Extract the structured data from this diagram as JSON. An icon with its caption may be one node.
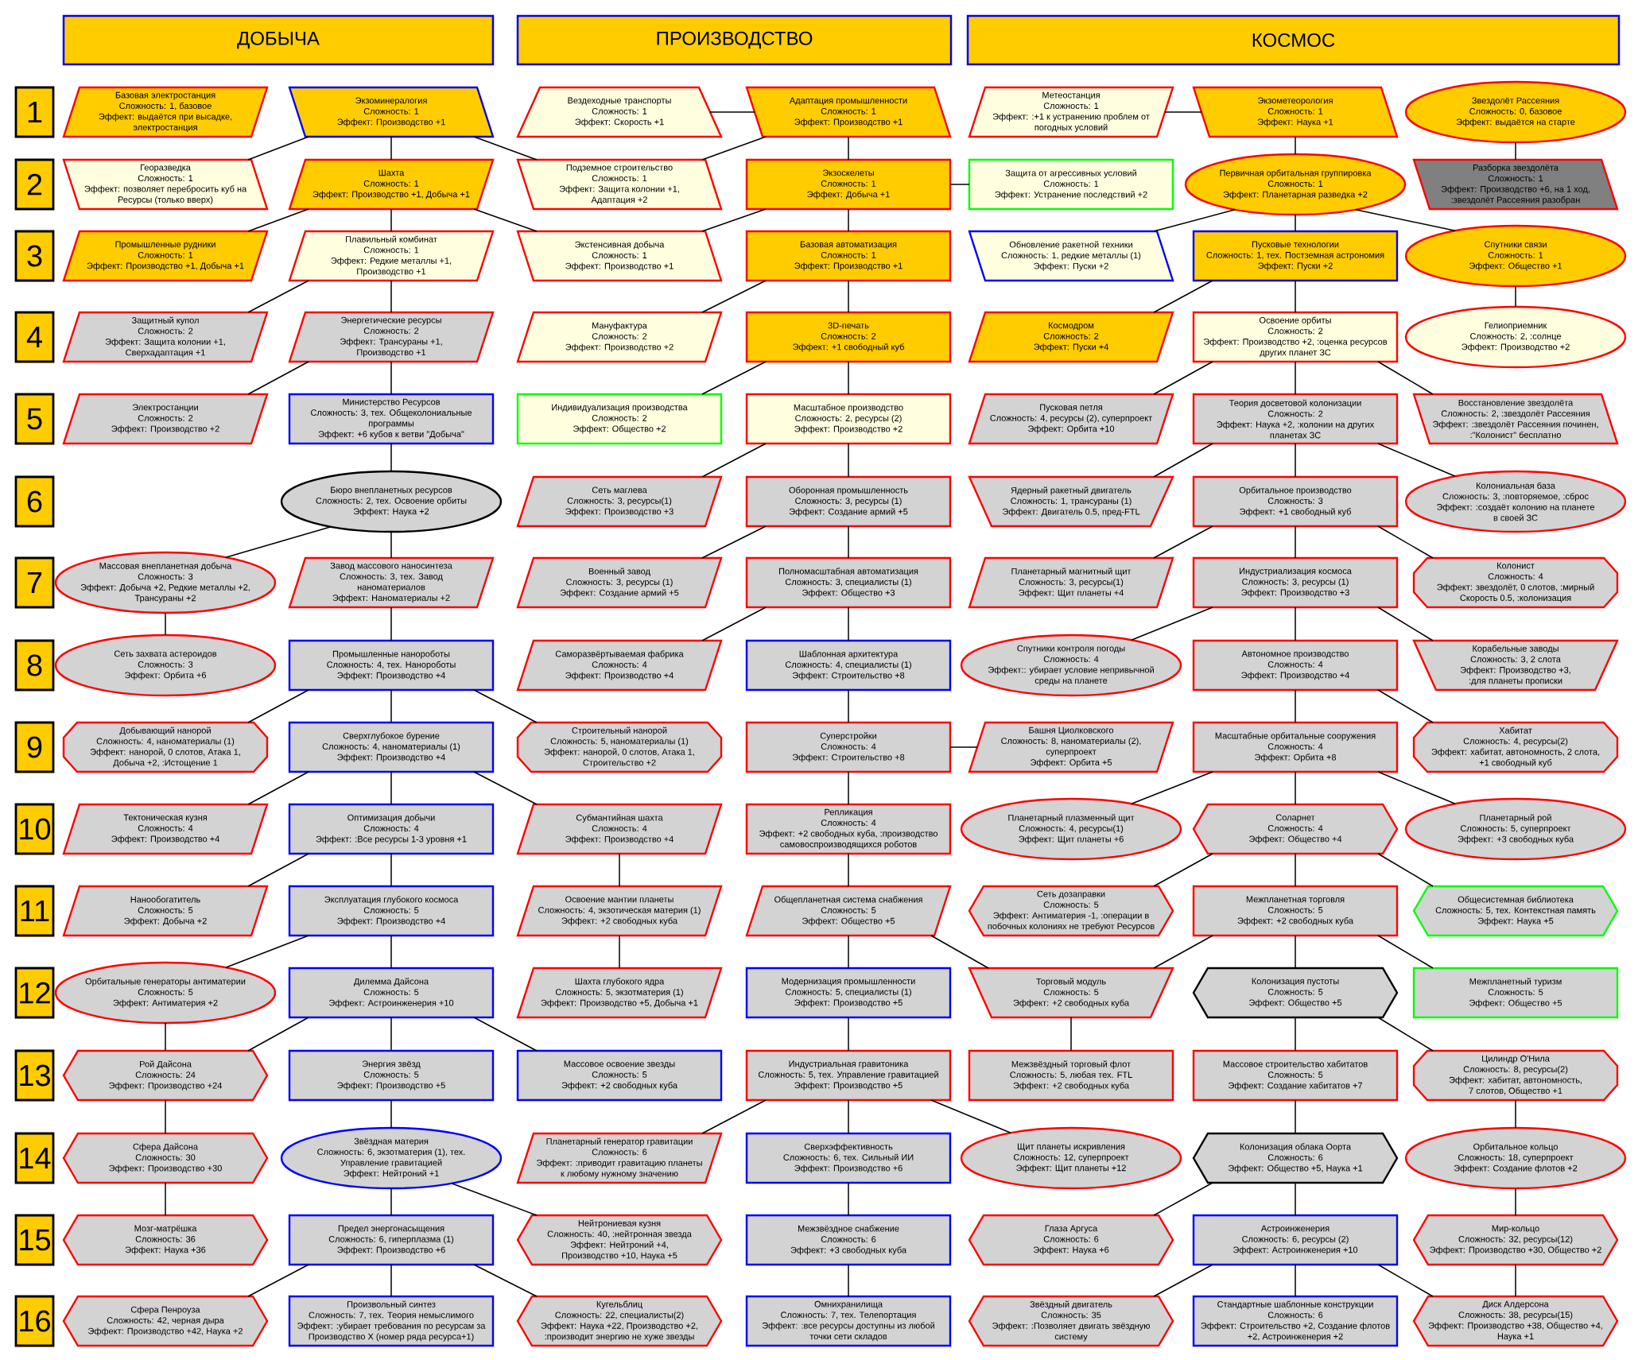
{
  "diagram": {
    "nodes": [
      {
        "text": [
          "ДОБЫЧА"
        ]
      },
      {
        "text": [
          "ПРОИЗВОДСТВО"
        ]
      },
      {
        "text": [
          "КОСМОС"
        ]
      },
      {
        "text": [
          "1"
        ]
      },
      {
        "text": [
          "Базовая электростанция",
          "Сложность: 1, базовое",
          "Эффект: выдаётся при высадке, электростанция"
        ]
      },
      {
        "text": [
          "Экзоминералогия",
          "Сложность: 1",
          "Эффект: Производство +1"
        ]
      },
      {
        "text": [
          "Вездеходные транспорты",
          "Сложность: 1",
          "Эффект: Скорость +1"
        ]
      },
      {
        "text": [
          "Адаптация промышленности",
          "Сложность: 1",
          "Эффект: Производство +1"
        ]
      },
      {
        "text": [
          "Метеостанция",
          "Сложность: 1",
          "Эффект: :+1 к устранению проблем от погодных условий"
        ]
      },
      {
        "text": [
          "Экзометеорология",
          "Сложность: 1",
          "Эффект: Наука +1"
        ]
      },
      {
        "text": [
          "Звездолёт Рассеяния",
          "Сложность: 0, базовое",
          "Эффект: выдаётся на старте"
        ]
      },
      {
        "text": [
          "2"
        ]
      },
      {
        "text": [
          "Георазведка",
          "Сложность: 1",
          "Эффект: позволяет перебросить куб на Ресурсы (только вверх)"
        ]
      },
      {
        "text": [
          "Шахта",
          "Сложность: 1",
          "Эффект: Производство +1, Добыча +1"
        ]
      },
      {
        "text": [
          "Подземное строительство",
          "Сложность: 1",
          "Эффект: Защита колонии +1, Адаптация +2"
        ]
      },
      {
        "text": [
          "Экзоскелеты",
          "Сложность: 1",
          "Эффект: Добыча +1"
        ]
      },
      {
        "text": [
          "Защита от агрессивных условий",
          "Сложность: 1",
          "Эффект: Устранение последствий +2"
        ]
      },
      {
        "text": [
          "Первичная орбитальная группировка",
          "Сложность: 1",
          "Эффект: Планетарная разведка +2"
        ]
      },
      {
        "text": [
          "Разборка звездолёта",
          "Сложность: 1",
          "Эффект: Производство +6, на 1 ход, :звездолёт Рассеяния разобран"
        ]
      },
      {
        "text": [
          "3"
        ]
      },
      {
        "text": [
          "Промышленные рудники",
          "Сложность: 1",
          "Эффект: Производство +1, Добыча +1"
        ]
      },
      {
        "text": [
          "Плавильный комбинат",
          "Сложность: 1",
          "Эффект: Редкие металлы +1, Производство +1"
        ]
      },
      {
        "text": [
          "Экстенсивная добыча",
          "Сложность: 1",
          "Эффект: Производство +1"
        ]
      },
      {
        "text": [
          "Базовая автоматизация",
          "Сложность: 1",
          "Эффект: Производство +1"
        ]
      },
      {
        "text": [
          "Обновление ракетной техники",
          "Сложность: 1, редкие металлы (1)",
          "Эффект: Пуски +2"
        ]
      },
      {
        "text": [
          "Пусковые технологии",
          "Сложность: 1, тех. Постземная астрономия",
          "Эффект: Пуски +2"
        ]
      },
      {
        "text": [
          "Спутники связи",
          "Сложность: 1",
          "Эффект: Общество +1"
        ]
      },
      {
        "text": [
          "4"
        ]
      },
      {
        "text": [
          "Защитный купол",
          "Сложность: 2",
          "Эффект: Защита колонии +1, Сверхадаптация +1"
        ]
      },
      {
        "text": [
          "Энергетические ресурсы",
          "Сложность: 2",
          "Эффект: Трансураны +1, Производство +1"
        ]
      },
      {
        "text": [
          "Мануфактура",
          "Сложность: 2",
          "Эффект: Производство +2"
        ]
      },
      {
        "text": [
          "3D-печать",
          "Сложность: 2",
          "Эффект: +1 свободный куб"
        ]
      },
      {
        "text": [
          "Космодром",
          "Сложность: 2",
          "Эффект: Пуски +4"
        ]
      },
      {
        "text": [
          "Освоение орбиты",
          "Сложность: 2",
          "Эффект: Производство +2, :оценка ресурсов других планет ЗС"
        ]
      },
      {
        "text": [
          "Гелиоприемник",
          "Сложность: 2, :солнце",
          "Эффект: Производство +2"
        ]
      },
      {
        "text": [
          "5"
        ]
      },
      {
        "text": [
          "Электростанции",
          "Сложность: 2",
          "Эффект: Производство +2"
        ]
      },
      {
        "text": [
          "Министерство Ресурсов",
          "Сложность: 3, тех. Общеколониальные программы",
          "Эффект: +6 кубов к ветви \"Добыча\""
        ]
      },
      {
        "text": [
          "Индивидуализация производства",
          "Сложность: 2",
          "Эффект: Общество +2"
        ]
      },
      {
        "text": [
          "Масштабное производство",
          "Сложность: 2, ресурсы (2)",
          "Эффект: Производство +2"
        ]
      },
      {
        "text": [
          "Пусковая петля",
          "Сложность: 4, ресурсы (2), суперпроект",
          "Эффект: Орбита +10"
        ]
      },
      {
        "text": [
          "Теория досветовой колонизации",
          "Сложность: 2",
          "Эффект: Наука +2, :колонии на других планетах ЗС"
        ]
      },
      {
        "text": [
          "Восстановление звездолёта",
          "Сложность: 2, :звездолёт Рассеяния",
          "Эффект: :звездолёт Рассеяния починен, :\"Колонист\" бесплатно"
        ]
      },
      {
        "text": [
          "6"
        ]
      },
      {
        "text": [
          "Бюро внепланетных ресурсов",
          "Сложность: 2, тех. Освоение орбиты",
          "Эффект: Наука +2"
        ]
      },
      {
        "text": [
          "Сеть маглева",
          "Сложность: 3, ресурсы(1)",
          "Эффект: Производство +3"
        ]
      },
      {
        "text": [
          "Оборонная промышленность",
          "Сложность: 3, ресурсы (1)",
          "Эффект: Создание армий +5"
        ]
      },
      {
        "text": [
          "Ядерный ракетный двигатель",
          "Сложность: 1, трансураны (1)",
          "Эффект: Двигатель 0.5, пред-FTL"
        ]
      },
      {
        "text": [
          "Орбитальное производство",
          "Сложность: 3",
          "Эффект: +1 свободный куб"
        ]
      },
      {
        "text": [
          "Колониальная база",
          "Сложность: 3, :повторяемое, :сброс",
          "Эффект: :создаёт колонию на планете в своей ЗС"
        ]
      },
      {
        "text": [
          "7"
        ]
      },
      {
        "text": [
          "Массовая внепланетная добыча",
          "Сложность: 3",
          "Эффект: Добыча +2, Редкие металлы +2, Трансураны +2"
        ]
      },
      {
        "text": [
          "Завод массового наносинтеза",
          "Сложность: 3, тех. Завод наноматериалов",
          "Эффект: Наноматериалы +2"
        ]
      },
      {
        "text": [
          "Военный завод",
          "Сложность: 3, ресурсы (1)",
          "Эффект: Создание армий +5"
        ]
      },
      {
        "text": [
          "Полномасштабная автоматизация",
          "Сложность: 3, специалисты (1)",
          "Эффект: Общество +3"
        ]
      },
      {
        "text": [
          "Планетарный магнитный щит",
          "Сложность: 3, ресурсы(1)",
          "Эффект: Щит планеты +4"
        ]
      },
      {
        "text": [
          "Индустриализация космоса",
          "Сложность: 3, ресурсы (1)",
          "Эффект: Производство +3"
        ]
      },
      {
        "text": [
          "Колонист",
          "Сложность: 4",
          "Эффект: звездолёт, 0 слотов, :мирный Скорость 0.5, :колонизация"
        ]
      },
      {
        "text": [
          "8"
        ]
      },
      {
        "text": [
          "Сеть захвата астероидов",
          "Сложность: 3",
          "Эффект: Орбита +6"
        ]
      },
      {
        "text": [
          "Промышленные нанороботы",
          "Сложность: 4, тех. Нанороботы",
          "Эффект: Производство +4"
        ]
      },
      {
        "text": [
          "Саморазвёртываемая фабрика",
          "Сложность: 4",
          "Эффект: Производство +4"
        ]
      },
      {
        "text": [
          "Шаблонная архитектура",
          "Сложность: 4, специалисты (1)",
          "Эффект: Строительство +8"
        ]
      },
      {
        "text": [
          "Спутники контроля погоды",
          "Сложность: 4",
          "Эффект:: убирает условие непривычной среды на планете"
        ]
      },
      {
        "text": [
          "Автономное производство",
          "Сложность: 4",
          "Эффект: Производство +4"
        ]
      },
      {
        "text": [
          "Корабельные заводы",
          "Сложность: 3, 2 слота",
          "Эффект: Производство +3, :для планеты прописки"
        ]
      },
      {
        "text": [
          "9"
        ]
      },
      {
        "text": [
          "Добывающий нанорой",
          "Сложность: 4, наноматериалы (1)",
          "Эффект: нанорой, 0 слотов, Атака 1, Добыча +2, :Истощение 1"
        ]
      },
      {
        "text": [
          "Сверхглубокое бурение",
          "Сложность: 4, наноматериалы (1)",
          "Эффект: Производство +4"
        ]
      },
      {
        "text": [
          "Строительный нанорой",
          "Сложность: 5, наноматериалы (1)",
          "Эффект: нанорой, 0 слотов, Атака 1, Строительство +2"
        ]
      },
      {
        "text": [
          "Суперстройки",
          "Сложность: 4",
          "Эффект: Строительство +8"
        ]
      },
      {
        "text": [
          "Башня Циолковского",
          "Сложность: 8, наноматериалы (2), суперпроект",
          "Эффект: Орбита +5"
        ]
      },
      {
        "text": [
          "Масштабные орбитальные сооружения",
          "Сложность: 4",
          "Эффект: Орбита +8"
        ]
      },
      {
        "text": [
          "Хабитат",
          "Сложность: 4, ресурсы(2)",
          "Эффект: хабитат, автономность, 2 слота, +1 свободный куб"
        ]
      },
      {
        "text": [
          "10"
        ]
      },
      {
        "text": [
          "Тектоническая кузня",
          "Сложность: 4",
          "Эффект: Производство +4"
        ]
      },
      {
        "text": [
          "Оптимизация добычи",
          "Сложность: 4",
          "Эффект: :Все ресурсы 1-3 уровня +1"
        ]
      },
      {
        "text": [
          "Субмантийная шахта",
          "Сложность: 4",
          "Эффект: Производство +4"
        ]
      },
      {
        "text": [
          "Репликация",
          "Сложность: 4",
          "Эффект: +2 свободных куба, :производство самовоспроизводящихся роботов"
        ]
      },
      {
        "text": [
          "Планетарный плазменный щит",
          "Сложность: 4, ресурсы(1)",
          "Эффект: Щит планеты +6"
        ]
      },
      {
        "text": [
          "Соларнет",
          "Сложность: 4",
          "Эффект: Общество +4"
        ]
      },
      {
        "text": [
          "Планетарный рой",
          "Сложность: 5, суперпроект",
          "Эффект: +3 свободных куба"
        ]
      },
      {
        "text": [
          "11"
        ]
      },
      {
        "text": [
          "Нанообогатитель",
          "Сложность: 5",
          "Эффект: Добыча +2"
        ]
      },
      {
        "text": [
          "Эксплуатация глубокого космоса",
          "Сложность: 5",
          "Эффект: Производство +4"
        ]
      },
      {
        "text": [
          "Освоение мантии планеты",
          "Сложность: 4, экзотическая материя (1)",
          "Эффект: +2 свободных куба"
        ]
      },
      {
        "text": [
          "Общепланетная система снабжения",
          "Сложность: 5",
          "Эффект: Общество +5"
        ]
      },
      {
        "text": [
          "Сеть дозаправки",
          "Сложность: 5",
          "Эффект: Антиматерия -1, :операции в побочных колониях не требуют Ресурсов"
        ]
      },
      {
        "text": [
          "Межпланетная торговля",
          "Сложность: 5",
          "Эффект: +2 свободных куба"
        ]
      },
      {
        "text": [
          "Общесистемная библиотека",
          "Сложность: 5, тех. Контекстная память",
          "Эффект: Наука +5"
        ]
      },
      {
        "text": [
          "12"
        ]
      },
      {
        "text": [
          "Орбитальные генераторы антиматерии",
          "Сложность: 5",
          "Эффект: Антиматерия +2"
        ]
      },
      {
        "text": [
          "Дилемма Дайсона",
          "Сложность: 5",
          "Эффект: Астроинженерия +10"
        ]
      },
      {
        "text": [
          "Шахта глубокого ядра",
          "Сложность: 5, экзотматерия (1)",
          "Эффект: Производство +5, Добыча +1"
        ]
      },
      {
        "text": [
          "Модернизация промышленности",
          "Сложность: 5, специалисты (1)",
          "Эффект: Производство +5"
        ]
      },
      {
        "text": [
          "Торговый модуль",
          "Сложность: 5",
          "Эффект: +2 свободных куба"
        ]
      },
      {
        "text": [
          "Колонизация пустоты",
          "Сложность: 5",
          "Эффект: Общество +5"
        ]
      },
      {
        "text": [
          "Межпланетный туризм",
          "Сложность: 5",
          "Эффект: Общество +5"
        ]
      },
      {
        "text": [
          "13"
        ]
      },
      {
        "text": [
          "Рой Дайсона",
          "Сложность: 24",
          "Эффект: Производство +24"
        ]
      },
      {
        "text": [
          "Энергия звёзд",
          "Сложность: 5",
          "Эффект: Производство +5"
        ]
      },
      {
        "text": [
          "Массовое освоение звезды",
          "Сложность: 5",
          "Эффект: +2 свободных куба"
        ]
      },
      {
        "text": [
          "Индустриальная гравитоника",
          "Сложность: 5, тех. Управление гравитацией",
          "Эффект: Производство +5"
        ]
      },
      {
        "text": [
          "Межзвёздный торговый флот",
          "Сложность: 5, любая тех. FTL",
          "Эффект: +2 свободных куба"
        ]
      },
      {
        "text": [
          "Массовое строительство хабитатов",
          "Сложность: 5",
          "Эффект: Создание хабитатов +7"
        ]
      },
      {
        "text": [
          "Цилиндр О'Нила",
          "Сложность: 8, ресурсы(2)",
          "Эффект: хабитат, автономность, 7 слотов, Общество +1"
        ]
      },
      {
        "text": [
          "14"
        ]
      },
      {
        "text": [
          "Сфера Дайсона",
          "Сложность: 30",
          "Эффект: Производство +30"
        ]
      },
      {
        "text": [
          "Звёздная материя",
          "Сложность: 6, экзотматерия (1), тех. Управление гравитацией",
          "Эффект: Нейтроний +1"
        ]
      },
      {
        "text": [
          "Планетарный генератор гравитации",
          "Сложность: 6",
          "Эффект: :приводит гравитацию планеты к любому нужному значению"
        ]
      },
      {
        "text": [
          "Сверхэффективность",
          "Сложность: 6, тех. Сильный ИИ",
          "Эффект: Производство +6"
        ]
      },
      {
        "text": [
          "Щит планеты искривления",
          "Сложность: 12, суперпроект",
          "Эффект: Щит планеты +12"
        ]
      },
      {
        "text": [
          "Колонизация облака Оорта",
          "Сложность: 6",
          "Эффект: Общество +5, Наука +1"
        ]
      },
      {
        "text": [
          "Орбитальное кольцо",
          "Сложность: 18, суперпроект",
          "Эффект: Создание флотов +2"
        ]
      },
      {
        "text": [
          "15"
        ]
      },
      {
        "text": [
          "Мозг-матрёшка",
          "Сложность: 36",
          "Эффект: Наука +36"
        ]
      },
      {
        "text": [
          "Предел энергонасыщения",
          "Сложность: 6, гиперплазма (1)",
          "Эффект: Производство +6"
        ]
      },
      {
        "text": [
          "Нейтрониевая кузня",
          "Сложность: 40, :нейтронная звезда",
          "Эффект: Нейтроний +4, Производство +10, Наука +5"
        ]
      },
      {
        "text": [
          "Межзвёздное снабжение",
          "Сложность: 6",
          "Эффект: +3 свободных куба"
        ]
      },
      {
        "text": [
          "Глаза Аргуса",
          "Сложность: 6",
          "Эффект: Наука +6"
        ]
      },
      {
        "text": [
          "Астроинженерия",
          "Сложность: 6, ресурсы (2)",
          "Эффект: Астроинженерия +10"
        ]
      },
      {
        "text": [
          "Мир-кольцо",
          "Сложность: 32, ресурсы(12)",
          "Эффект: Производство +30, Общество +2"
        ]
      },
      {
        "text": [
          "16"
        ]
      },
      {
        "text": [
          "Сфера Пенроуза",
          "Сложность: 42, черная дыра",
          "Эффект: Производство +42, Наука +2"
        ]
      },
      {
        "text": [
          "Произвольный синтез",
          "Сложность: 7, тех. Теория немыслимого",
          "Эффект: :убирает требования по ресурсам за Производство Х (номер ряда ресурса+1)"
        ]
      },
      {
        "text": [
          "Кугельблиц",
          "Сложность: 22, специалисты(2)",
          "Эффект: Наука +22, Производство +2, :производит энергию не хуже звезды"
        ]
      },
      {
        "text": [
          "Омнихранилища",
          "Сложность: 7, тех. Телепортация",
          "Эффект: :все ресурсы доступны из любой точки сети складов"
        ]
      },
      {
        "text": [
          "Звёздный двигатель",
          "Сложность: 35",
          "Эффект: :Позволяет двигать звёздную систему"
        ]
      },
      {
        "text": [
          "Стандартные шаблонные конструкции",
          "Сложность: 6",
          "Эффект: Строительство +2, Создание флотов +2, Астроинженерия +2"
        ]
      },
      {
        "text": [
          "Диск Алдерсона",
          "Сложность: 38, ресурсы(15)",
          "Эффект: Производство +38, Общество +4, Наука +1"
        ]
      }
    ],
    "edges": [
      {
        "from": 5,
        "to": 12,
        "arrow": "none"
      },
      {
        "from": 5,
        "to": 13,
        "arrow": "none"
      },
      {
        "from": 5,
        "to": 14,
        "arrow": "none"
      },
      {
        "from": 13,
        "to": 20,
        "arrow": "none"
      },
      {
        "from": 13,
        "to": 21,
        "arrow": "none"
      },
      {
        "from": 13,
        "to": 22,
        "arrow": "none"
      },
      {
        "from": 21,
        "to": 28,
        "arrow": "none"
      },
      {
        "from": 21,
        "to": 29,
        "arrow": "none"
      },
      {
        "from": 29,
        "to": 36,
        "arrow": "none"
      },
      {
        "from": 29,
        "to": 37,
        "arrow": "none"
      },
      {
        "from": 37,
        "to": 44,
        "arrow": "none"
      },
      {
        "from": 44,
        "to": 51,
        "arrow": "none"
      },
      {
        "from": 44,
        "to": 52,
        "arrow": "none"
      },
      {
        "from": 51,
        "to": 59,
        "arrow": "none"
      },
      {
        "from": 52,
        "to": 60,
        "arrow": "none"
      },
      {
        "from": 60,
        "to": 67,
        "arrow": "none"
      },
      {
        "from": 60,
        "to": 68,
        "arrow": "none"
      },
      {
        "from": 60,
        "to": 69,
        "arrow": "none"
      },
      {
        "from": 68,
        "to": 75,
        "arrow": "none"
      },
      {
        "from": 68,
        "to": 76,
        "arrow": "none"
      },
      {
        "from": 68,
        "to": 77,
        "arrow": "none"
      },
      {
        "from": 76,
        "to": 83,
        "arrow": "none"
      },
      {
        "from": 76,
        "to": 84,
        "arrow": "none"
      },
      {
        "from": 84,
        "to": 91,
        "arrow": "none"
      },
      {
        "from": 84,
        "to": 92,
        "arrow": "none"
      },
      {
        "from": 91,
        "to": 99,
        "arrow": "none"
      },
      {
        "from": 92,
        "to": 99,
        "arrow": "none"
      },
      {
        "from": 92,
        "to": 100,
        "arrow": "none"
      },
      {
        "from": 92,
        "to": 101,
        "arrow": "none"
      },
      {
        "from": 99,
        "to": 107,
        "arrow": "none"
      },
      {
        "from": 100,
        "to": 108,
        "arrow": "none"
      },
      {
        "from": 107,
        "to": 115,
        "arrow": "none"
      },
      {
        "from": 108,
        "to": 116,
        "arrow": "none"
      },
      {
        "from": 108,
        "to": 117,
        "arrow": "none"
      },
      {
        "from": 116,
        "to": 123,
        "arrow": "none"
      },
      {
        "from": 116,
        "to": 124,
        "arrow": "none"
      },
      {
        "from": 116,
        "to": 125,
        "arrow": "none"
      },
      {
        "from": 7,
        "to": 6,
        "arrow": "none"
      },
      {
        "from": 7,
        "to": 14,
        "arrow": "none"
      },
      {
        "from": 7,
        "to": 15,
        "arrow": "none"
      },
      {
        "from": 15,
        "to": 16,
        "arrow": "none"
      },
      {
        "from": 15,
        "to": 22,
        "arrow": "none"
      },
      {
        "from": 15,
        "to": 23,
        "arrow": "none"
      },
      {
        "from": 23,
        "to": 30,
        "arrow": "none"
      },
      {
        "from": 23,
        "to": 31,
        "arrow": "none"
      },
      {
        "from": 31,
        "to": 38,
        "arrow": "none"
      },
      {
        "from": 31,
        "to": 39,
        "arrow": "none"
      },
      {
        "from": 39,
        "to": 45,
        "arrow": "none"
      },
      {
        "from": 39,
        "to": 46,
        "arrow": "none"
      },
      {
        "from": 46,
        "to": 53,
        "arrow": "none"
      },
      {
        "from": 46,
        "to": 54,
        "arrow": "none"
      },
      {
        "from": 54,
        "to": 61,
        "arrow": "none"
      },
      {
        "from": 54,
        "to": 62,
        "arrow": "none"
      },
      {
        "from": 62,
        "to": 70,
        "arrow": "none"
      },
      {
        "from": 70,
        "to": 71,
        "arrow": "none"
      },
      {
        "from": 70,
        "to": 78,
        "arrow": "none"
      },
      {
        "from": 77,
        "to": 85,
        "arrow": "none"
      },
      {
        "from": 78,
        "to": 86,
        "arrow": "none"
      },
      {
        "from": 85,
        "to": 93,
        "arrow": "none"
      },
      {
        "from": 86,
        "to": 94,
        "arrow": "none"
      },
      {
        "from": 86,
        "to": 95,
        "arrow": "none"
      },
      {
        "from": 94,
        "to": 102,
        "arrow": "none"
      },
      {
        "from": 102,
        "to": 109,
        "arrow": "none"
      },
      {
        "from": 102,
        "to": 110,
        "arrow": "none"
      },
      {
        "from": 102,
        "to": 111,
        "arrow": "none"
      },
      {
        "from": 110,
        "to": 118,
        "arrow": "none"
      },
      {
        "from": 118,
        "to": 126,
        "arrow": "none"
      },
      {
        "from": 9,
        "to": 8,
        "arrow": "none"
      },
      {
        "from": 9,
        "to": 17,
        "arrow": "none"
      },
      {
        "from": 10,
        "to": 18,
        "arrow": "none"
      },
      {
        "from": 17,
        "to": 24,
        "arrow": "none"
      },
      {
        "from": 17,
        "to": 25,
        "arrow": "none"
      },
      {
        "from": 17,
        "to": 26,
        "arrow": "none"
      },
      {
        "from": 25,
        "to": 32,
        "arrow": "none"
      },
      {
        "from": 25,
        "to": 33,
        "arrow": "none"
      },
      {
        "from": 26,
        "to": 34,
        "arrow": "none"
      },
      {
        "from": 33,
        "to": 40,
        "arrow": "none"
      },
      {
        "from": 33,
        "to": 41,
        "arrow": "none"
      },
      {
        "from": 33,
        "to": 42,
        "arrow": "none"
      },
      {
        "from": 41,
        "to": 47,
        "arrow": "none"
      },
      {
        "from": 41,
        "to": 48,
        "arrow": "none"
      },
      {
        "from": 41,
        "to": 49,
        "arrow": "none"
      },
      {
        "from": 48,
        "to": 55,
        "arrow": "none"
      },
      {
        "from": 48,
        "to": 56,
        "arrow": "none"
      },
      {
        "from": 48,
        "to": 57,
        "arrow": "none"
      },
      {
        "from": 56,
        "to": 63,
        "arrow": "none"
      },
      {
        "from": 56,
        "to": 64,
        "arrow": "none"
      },
      {
        "from": 56,
        "to": 65,
        "arrow": "none"
      },
      {
        "from": 64,
        "to": 72,
        "arrow": "none"
      },
      {
        "from": 64,
        "to": 73,
        "arrow": "none"
      },
      {
        "from": 72,
        "to": 79,
        "arrow": "none"
      },
      {
        "from": 72,
        "to": 80,
        "arrow": "none"
      },
      {
        "from": 72,
        "to": 81,
        "arrow": "none"
      },
      {
        "from": 80,
        "to": 87,
        "arrow": "none"
      },
      {
        "from": 80,
        "to": 88,
        "arrow": "none"
      },
      {
        "from": 80,
        "to": 89,
        "arrow": "none"
      },
      {
        "from": 88,
        "to": 95,
        "arrow": "none"
      },
      {
        "from": 88,
        "to": 96,
        "arrow": "none"
      },
      {
        "from": 88,
        "to": 97,
        "arrow": "none"
      },
      {
        "from": 95,
        "to": 103,
        "arrow": "none"
      },
      {
        "from": 96,
        "to": 104,
        "arrow": "none"
      },
      {
        "from": 96,
        "to": 105,
        "arrow": "none"
      },
      {
        "from": 104,
        "to": 112,
        "arrow": "none"
      },
      {
        "from": 105,
        "to": 113,
        "arrow": "none"
      },
      {
        "from": 112,
        "to": 119,
        "arrow": "none"
      },
      {
        "from": 112,
        "to": 120,
        "arrow": "none"
      },
      {
        "from": 113,
        "to": 121,
        "arrow": "none"
      },
      {
        "from": 120,
        "to": 127,
        "arrow": "none"
      },
      {
        "from": 120,
        "to": 128,
        "arrow": "none"
      },
      {
        "from": 120,
        "to": 129,
        "arrow": "none"
      },
      {
        "from": 121,
        "to": 129,
        "arrow": "none"
      }
    ]
  }
}
